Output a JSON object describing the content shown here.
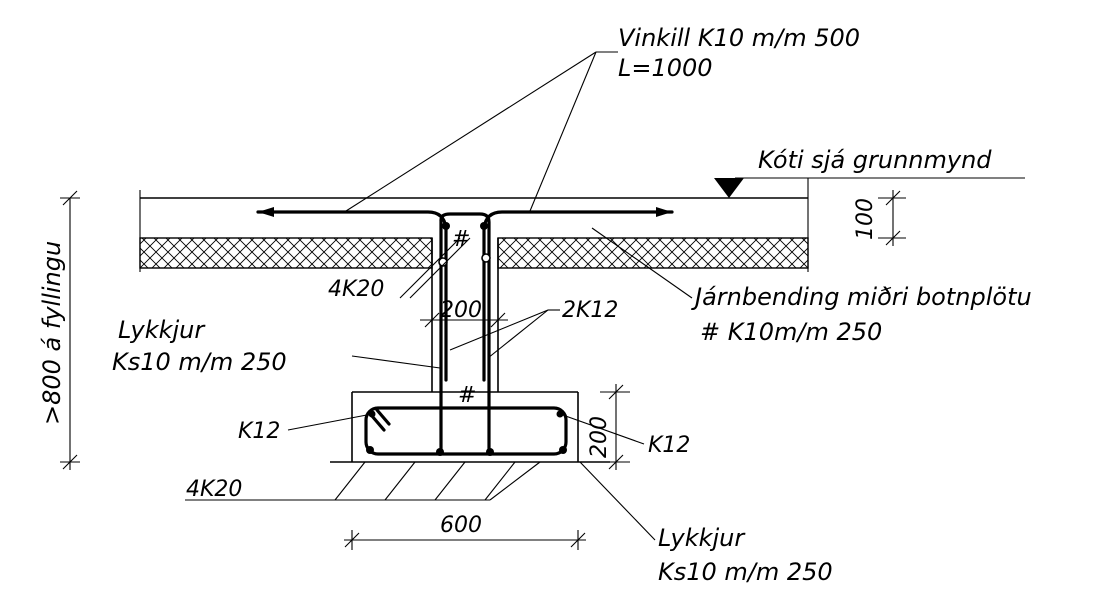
{
  "labels": {
    "vinkill_line1": "Vinkill K10 m/m 500",
    "vinkill_line2": "L=1000",
    "koti": "Kóti sjá grunnmynd",
    "dim_100": "100",
    "fylling": ">800 á fyllingu",
    "jarnbending_line1": "Járnbending miðri botnplötu",
    "jarnbending_line2": "# K10m/m 250",
    "k20_top": "4K20",
    "dim_200_wall": "200",
    "k12_wall": "2K12",
    "lykkjur_top_line1": "Lykkjur",
    "lykkjur_top_line2": "Ks10 m/m 250",
    "k12_left": "K12",
    "k12_right": "K12",
    "dim_200_footing": "200",
    "k20_bottom": "4K20",
    "dim_600": "600",
    "lykkjur_bottom_line1": "Lykkjur",
    "lykkjur_bottom_line2": "Ks10 m/m 250",
    "hash_mark": "#"
  }
}
